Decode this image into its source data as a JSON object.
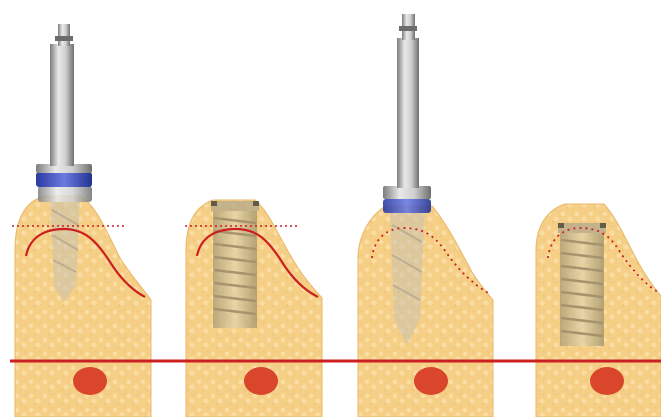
{
  "figure": {
    "panel_count": 4,
    "panels": [
      {
        "id": "panel-1",
        "instrument": "drill-with-depth-stop",
        "ridge_marker": "solid-curve",
        "level_line": "dotted"
      },
      {
        "id": "panel-2",
        "instrument": "implant",
        "ridge_marker": "solid-curve",
        "level_line": "dotted"
      },
      {
        "id": "panel-3",
        "instrument": "drill-with-depth-stop",
        "ridge_marker": "dotted-curve",
        "level_line": "none"
      },
      {
        "id": "panel-4",
        "instrument": "implant",
        "ridge_marker": "dotted-curve",
        "level_line": "none"
      }
    ],
    "reference_line": "horizontal-red-line",
    "landmark": "red-oval-nerve-canal"
  },
  "colors": {
    "background": "#ffffff",
    "bone": "#f7d38c",
    "bone_speckle": "#fbe3b0",
    "bone_shadow": "#e9b86a",
    "steel_light": "#e6e6e6",
    "steel_dark": "#8c8c8c",
    "stop_ring": "#3a4dbf",
    "marker_red": "#cc1f1f",
    "landmark_red": "#d9462c",
    "implant": "#c9b98a"
  }
}
